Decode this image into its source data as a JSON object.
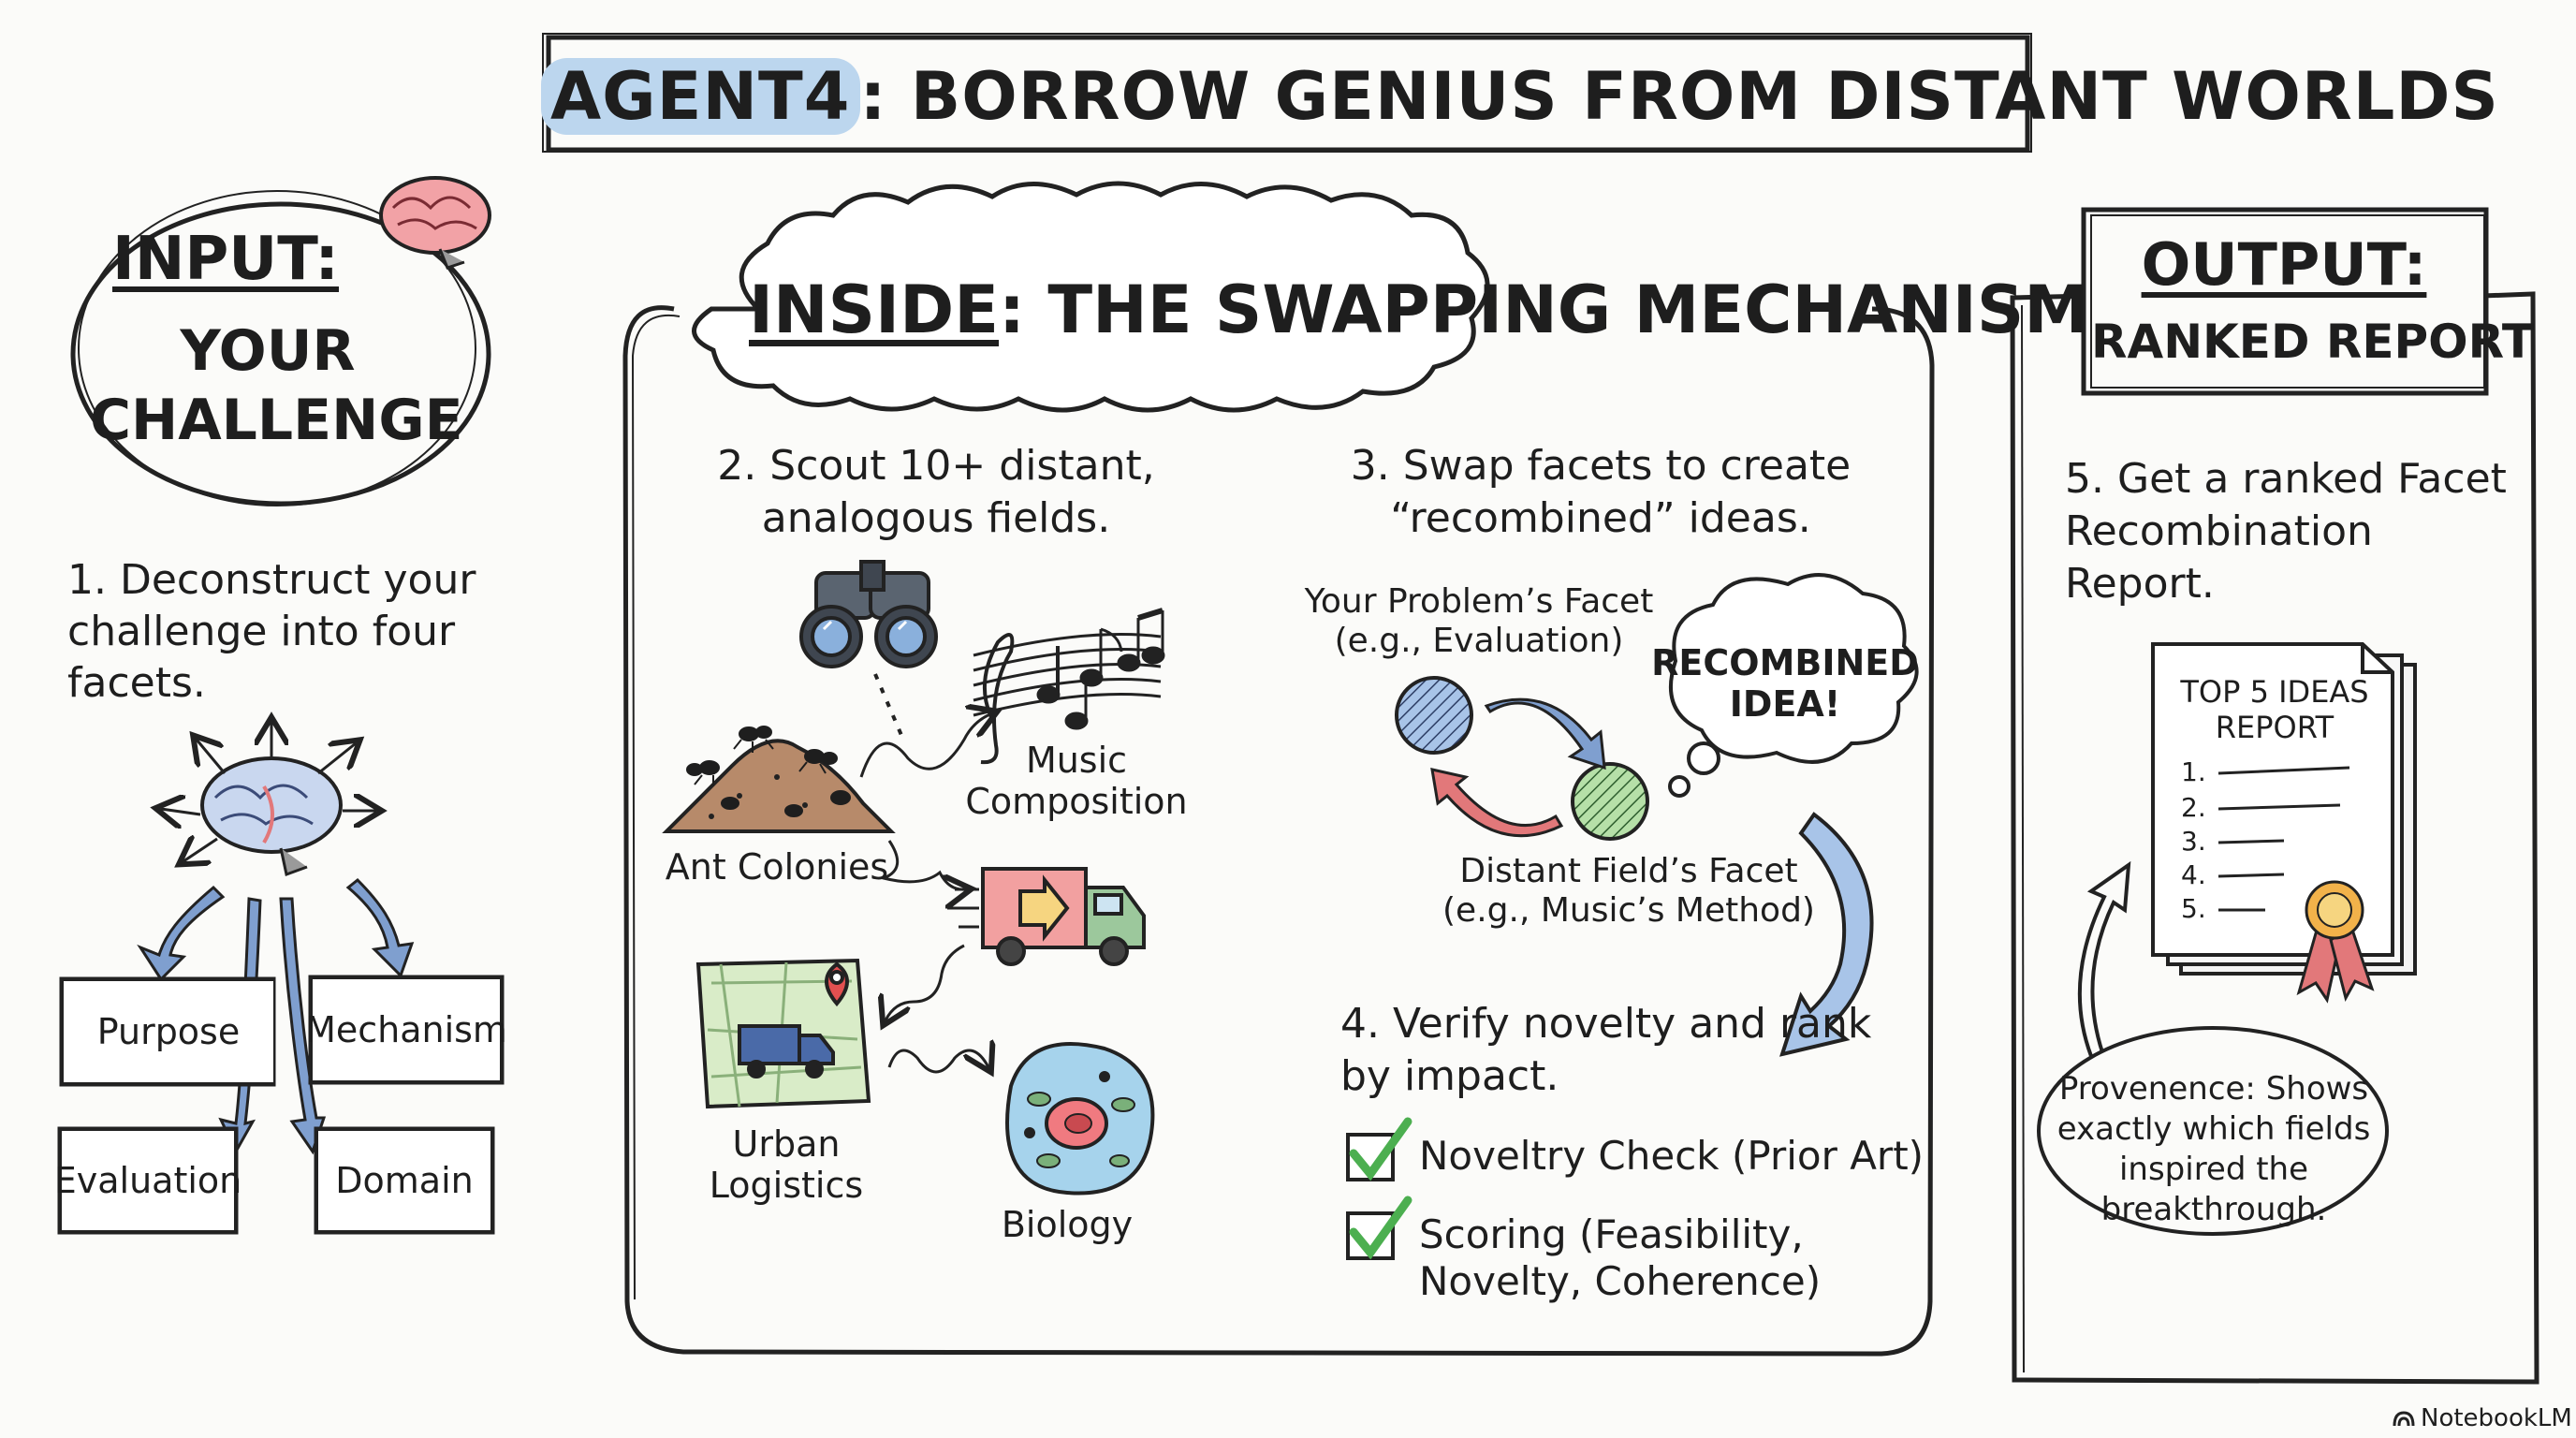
{
  "title": {
    "agent": "AGENT4",
    "rest": ": BORROW GENIUS FROM DISTANT WORLDS"
  },
  "input": {
    "heading": "INPUT:",
    "subheading_line1": "YOUR",
    "subheading_line2": "CHALLENGE",
    "step": "1. Deconstruct your challenge into four facets.",
    "facets": [
      "Purpose",
      "Mechanism",
      "Evaluation",
      "Domain"
    ]
  },
  "inside": {
    "heading_underlined": "INSIDE",
    "heading_rest": ": THE SWAPPING MECHANISM",
    "step2": "2. Scout 10+ distant, analogous fields.",
    "fields": {
      "ant": "Ant Colonies",
      "music": "Music Composition",
      "urban": "Urban Logistics",
      "biology": "Biology"
    },
    "step3": "3. Swap facets to create “recombined” ideas.",
    "your_facet_line1": "Your Problem’s Facet",
    "your_facet_line2": "(e.g., Evaluation)",
    "recombined_line1": "RECOMBINED",
    "recombined_line2": "IDEA!",
    "distant_facet_line1": "Distant Field’s Facet",
    "distant_facet_line2": "(e.g., Music’s Method)",
    "step4": "4. Verify novelty and rank by impact.",
    "check1": "Noveltry Check (Prior Art)",
    "check2": "Scoring (Feasibility, Novelty, Coherence)"
  },
  "output": {
    "heading": "OUTPUT:",
    "subheading": "RANKED REPORT",
    "step5": "5. Get a ranked Facet Recombination Report.",
    "report_title_line1": "TOP 5 IDEAS",
    "report_title_line2": "REPORT",
    "report_items": [
      "1.",
      "2.",
      "3.",
      "4.",
      "5."
    ],
    "provenance": "Provenence: Shows exactly which fields inspired the breakthrough."
  },
  "brand": "NotebookLM",
  "colors": {
    "title_highlight": "#bcd6ee",
    "blue_arrow": "#7f9fcf",
    "red_arrow": "#e2787a",
    "green_check": "#4caf50",
    "circle_blue": "#a8c4e8",
    "circle_green": "#b6e0a8"
  }
}
